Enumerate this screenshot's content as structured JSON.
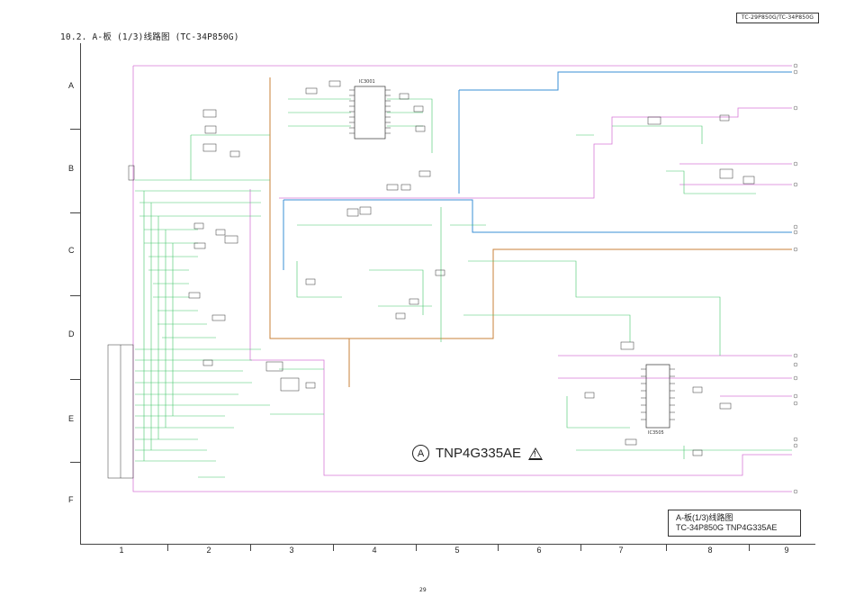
{
  "header": {
    "model_tag": "TC-29P850G/TC-34P850G",
    "section_title": "10.2. A-板 (1/3)线路图 (TC-34P850G)"
  },
  "grid": {
    "rows": [
      "A",
      "B",
      "C",
      "D",
      "E",
      "F"
    ],
    "columns": [
      "1",
      "2",
      "3",
      "4",
      "5",
      "6",
      "7",
      "8",
      "9"
    ]
  },
  "schematic": {
    "ic_top": "IC3001",
    "ic_bottom_right": "IC3505",
    "wire_colors": {
      "signal": "#43c76a",
      "frame": "#d77ad8",
      "bus_blue": "#3a8fd6",
      "bus_orange": "#c8823a",
      "component": "#333333"
    }
  },
  "board": {
    "circle_letter": "A",
    "code": "TNP4G335AE",
    "warning_symbol": "!"
  },
  "caption": {
    "line1": "A-板(1/3)线路图",
    "line2": "TC-34P850G  TNP4G335AE"
  },
  "page_number": "29"
}
